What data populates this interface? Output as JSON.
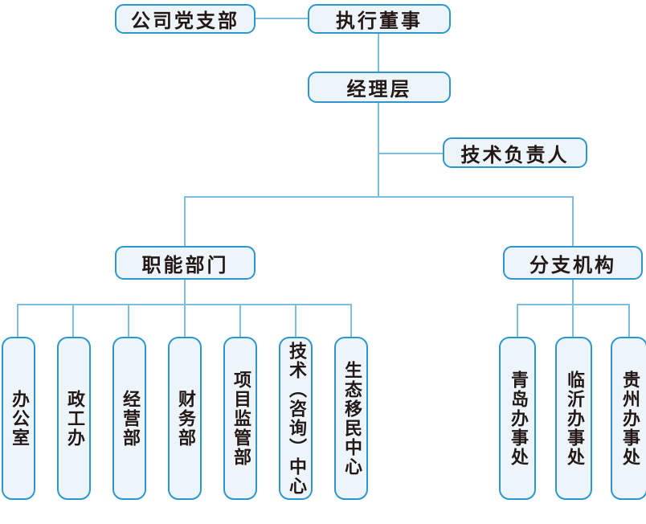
{
  "diagram": {
    "type": "org-chart",
    "colors": {
      "box_fill": "#edf5fb",
      "box_border": "#2d97cd",
      "connector": "#7cbedd",
      "text": "#231815",
      "background": "#ffffff"
    },
    "nodes": {
      "party_branch": "公司党支部",
      "exec_director": "执行董事",
      "management": "经理层",
      "tech_lead": "技术负责人",
      "functional_depts": "职能部门",
      "branch_orgs": "分支机构"
    },
    "functional_children": [
      "办公室",
      "政工办",
      "经营部",
      "财务部",
      "项目监管部",
      "技术（咨询）中心",
      "生态移民中心"
    ],
    "branch_children": [
      "青岛办事处",
      "临沂办事处",
      "贵州办事处"
    ]
  }
}
